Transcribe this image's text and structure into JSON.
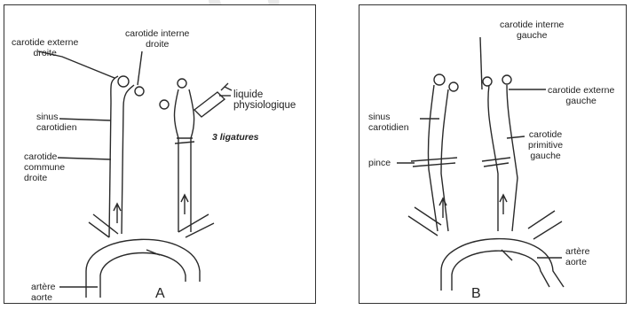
{
  "panel_a": {
    "carotide_externe_droite": [
      "carotide externe",
      "droite"
    ],
    "carotide_interne_droite": [
      "carotide interne",
      "droite"
    ],
    "liquide_physiologique": [
      "liquide",
      "physiologique"
    ],
    "sinus_carotidien": [
      "sinus",
      "carotidien"
    ],
    "ligatures": "3 ligatures",
    "carotide_commune_droite": [
      "carotide",
      "commune",
      "droite"
    ],
    "artere_aorte": [
      "artère",
      "aorte"
    ],
    "letter": "A"
  },
  "panel_b": {
    "carotide_interne_gauche": [
      "carotide interne",
      "gauche"
    ],
    "carotide_externe_gauche": [
      "carotide externe",
      "gauche"
    ],
    "sinus_carotidien": [
      "sinus",
      "carotidien"
    ],
    "carotide_primitive_gauche": [
      "carotide",
      "primitive",
      "gauche"
    ],
    "pince": "pince",
    "artere_aorte": [
      "artère",
      "aorte"
    ],
    "letter": "B"
  },
  "colors": {
    "line": "#2a2a2a",
    "frame": "#333333"
  }
}
